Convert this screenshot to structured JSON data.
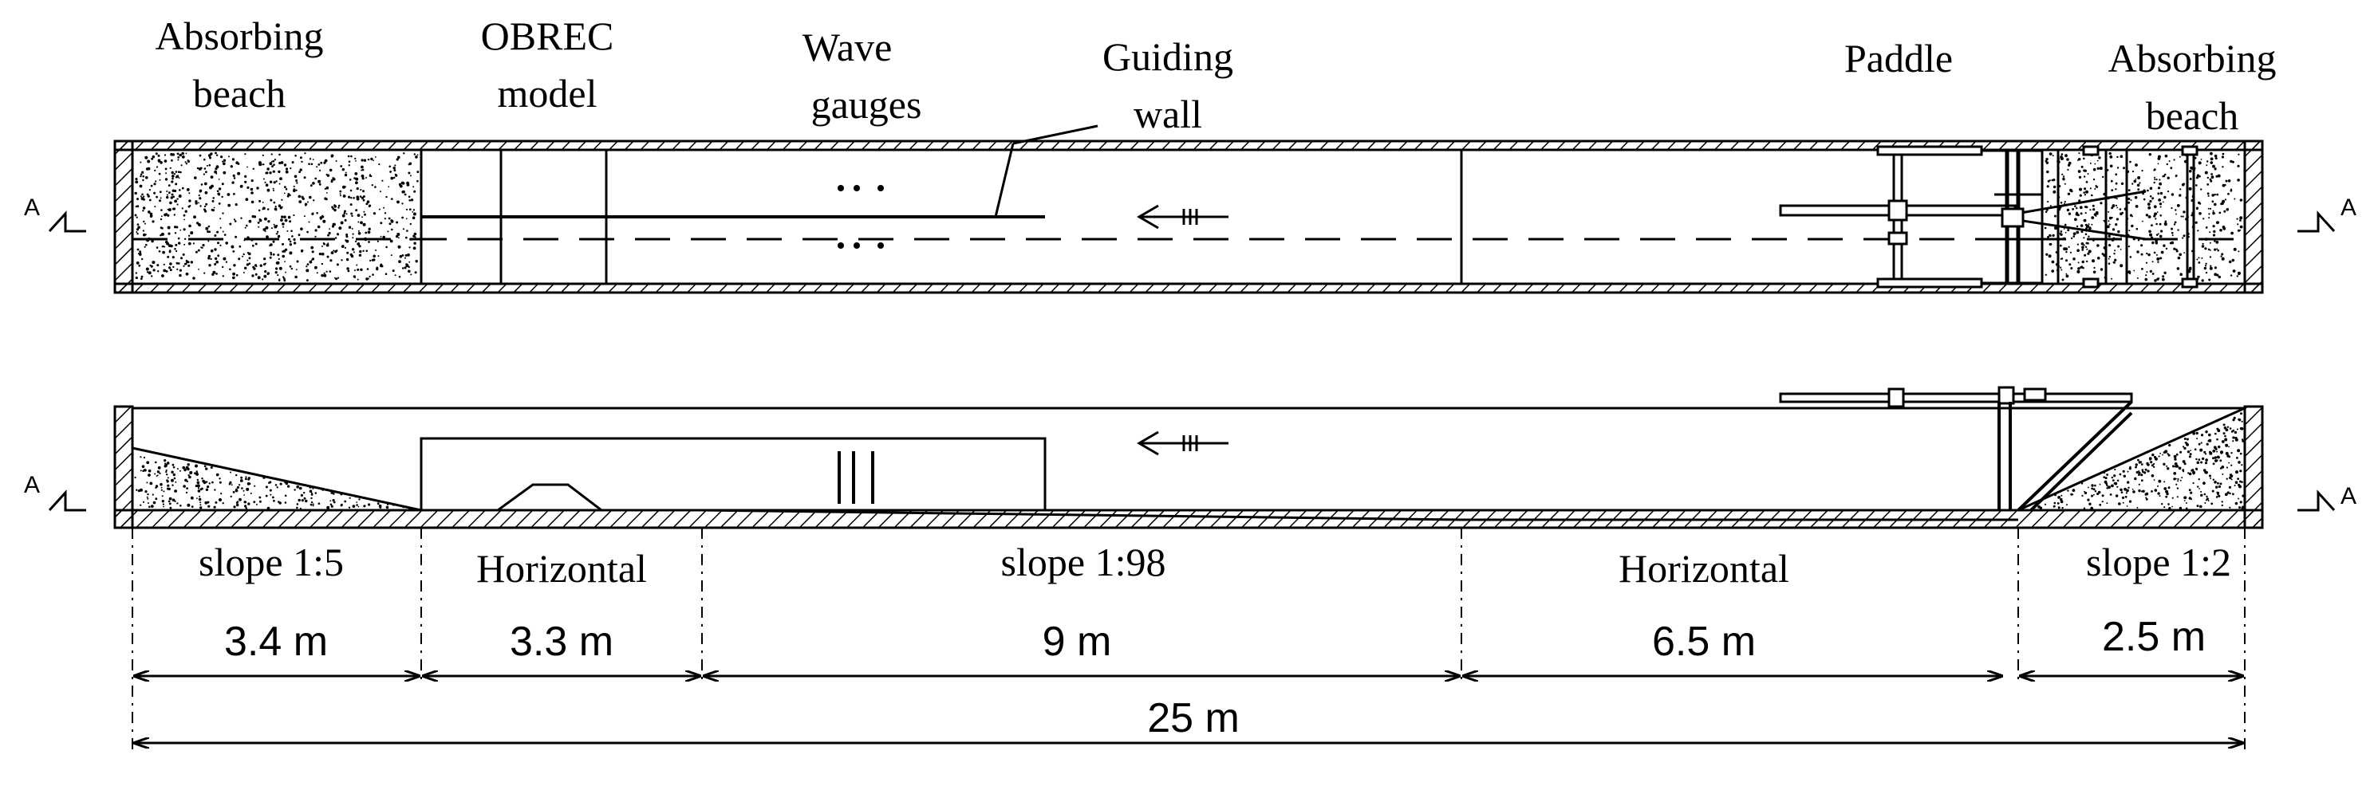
{
  "labels": {
    "absorbing_beach_left": [
      "Absorbing",
      "beach"
    ],
    "obrec_model": [
      "OBREC",
      "model"
    ],
    "wave_gauges": [
      "Wave",
      "gauges"
    ],
    "guiding_wall": [
      "Guiding",
      "wall"
    ],
    "paddle": "Paddle",
    "absorbing_beach_right": [
      "Absorbing",
      "beach"
    ]
  },
  "section_marker": "A",
  "slopes": {
    "s1": "slope 1:5",
    "s2": "Horizontal",
    "s3": "slope 1:98",
    "s4": "Horizontal",
    "s5": "slope 1:2"
  },
  "dimensions": {
    "d1": "3.4 m",
    "d2": "3.3 m",
    "d3": "9 m",
    "d4": "6.5 m",
    "d5": "2.5 m",
    "total": "25 m"
  }
}
